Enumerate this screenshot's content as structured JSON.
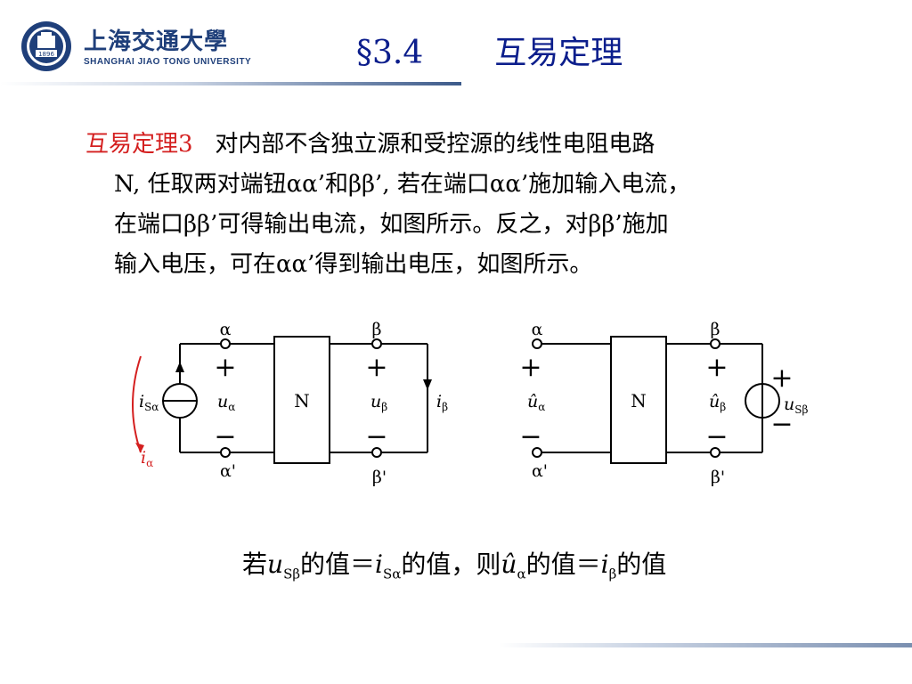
{
  "header": {
    "logo_cn": "上海交通大學",
    "logo_en": "SHANGHAI  JIAO TONG  UNIVERSITY",
    "logo_year": "1896",
    "section_number": "§3.4",
    "section_title": "互易定理"
  },
  "theorem": {
    "lead": "互易定理3",
    "line1": "对内部不含独立源和受控源的线性电阻电路",
    "line2": "N, 任取两对端钮αα’和ββ’, 若在端口αα’施加输入电流，",
    "line3": "在端口ββ’可得输出电流，如图所示。反之，对ββ’施加",
    "line4": "输入电压，可在αα’得到输出电压，如图所示。"
  },
  "diagram_left": {
    "top_left": "α",
    "top_right": "β",
    "bot_left": "α'",
    "bot_right": "β'",
    "box": "N",
    "src_i": "i",
    "src_sub": "Sα",
    "u_left": "u",
    "u_left_sub": "α",
    "u_right": "u",
    "u_right_sub": "β",
    "i_out": "i",
    "i_out_sub": "β",
    "i_in": "i",
    "i_in_sub": "α",
    "plus": "+",
    "minus": "−"
  },
  "diagram_right": {
    "top_left": "α",
    "top_right": "β",
    "bot_left": "α'",
    "bot_right": "β'",
    "box": "N",
    "u_left": "û",
    "u_left_sub": "α",
    "u_right": "û",
    "u_right_sub": "β",
    "src_u": "u",
    "src_sub": "Sβ",
    "plus": "+",
    "minus": "−"
  },
  "formula": {
    "p1": "若",
    "v1": "u",
    "s1": "Sβ",
    "p2": "的值＝",
    "v2": "i",
    "s2": "Sα",
    "p3": "的值，则",
    "v3": "û",
    "s3": "α",
    "p4": "的值＝",
    "v4": "i",
    "s4": "β",
    "p5": "的值"
  },
  "colors": {
    "title": "#0c1e8c",
    "lead": "#d41f1f",
    "logo": "#1f3f7a",
    "accent_red": "#d41f1f"
  }
}
